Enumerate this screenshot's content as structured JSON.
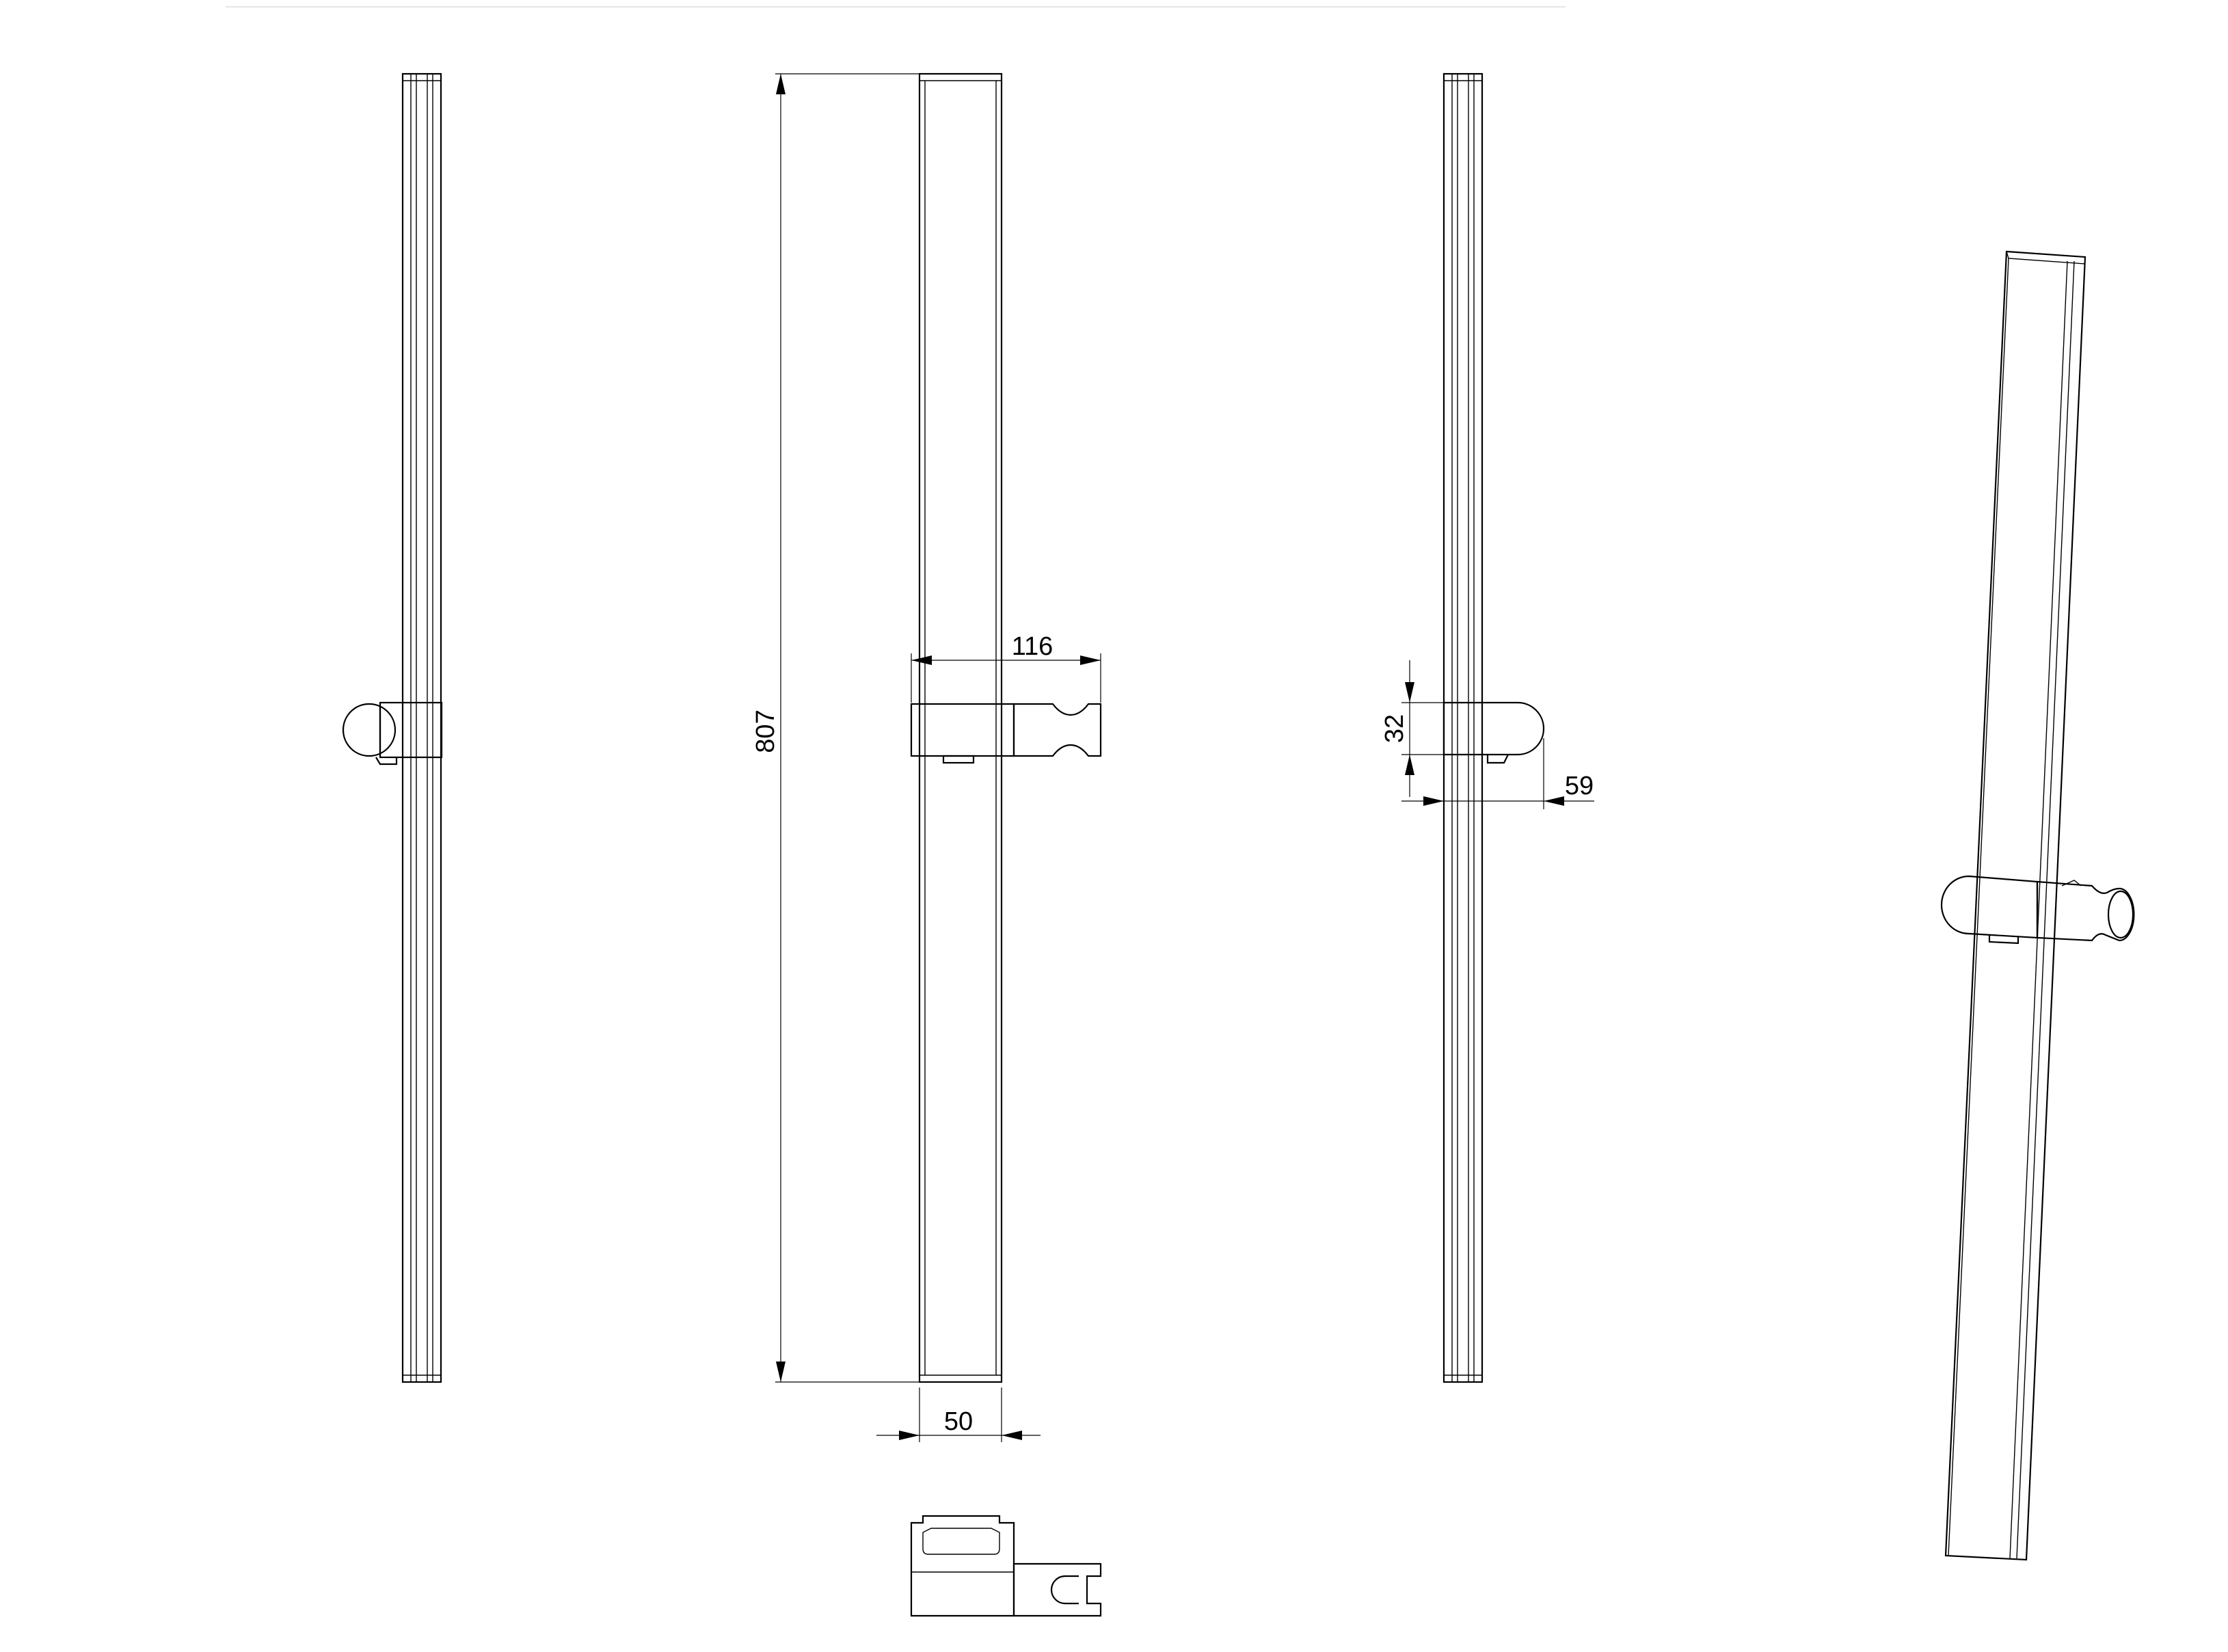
{
  "dimensions": {
    "overall_length": "807",
    "holder_projection_front": "116",
    "bar_width": "50",
    "holder_height": "32",
    "holder_projection_side": "59"
  }
}
